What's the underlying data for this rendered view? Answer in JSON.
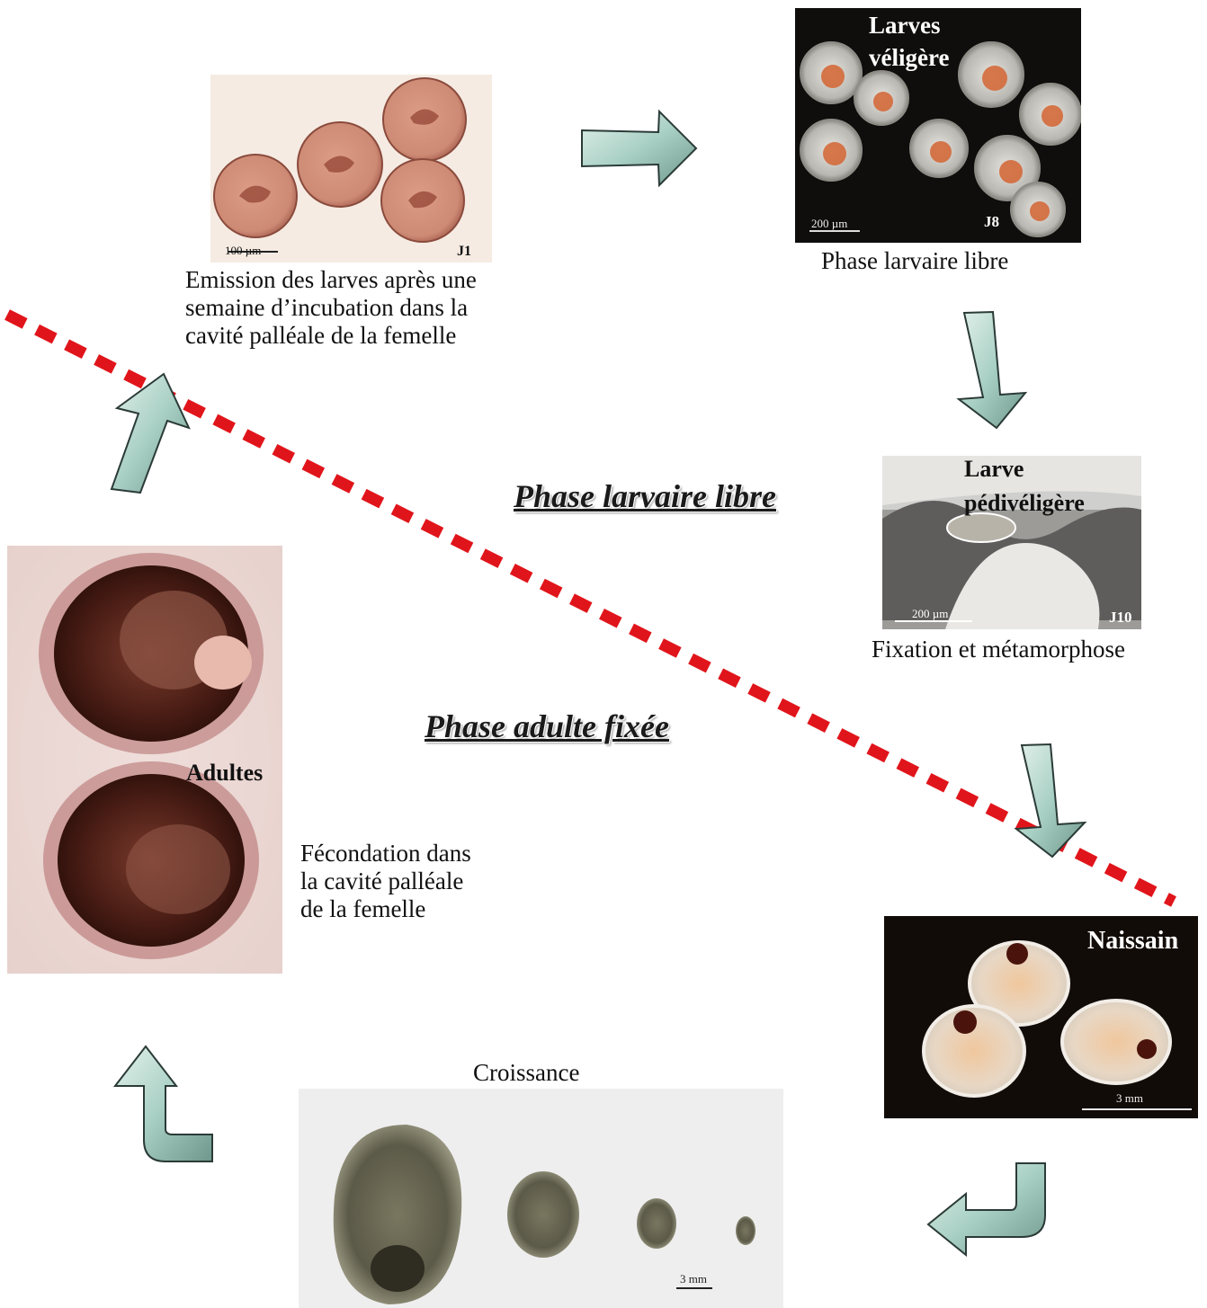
{
  "photos": {
    "j1": {
      "scale": "100 µm",
      "stage": "J1"
    },
    "j8": {
      "label_line1": "Larves",
      "label_line2": "véligère",
      "scale": "200 µm",
      "stage": "J8"
    },
    "j10": {
      "label_line1": "Larve",
      "label_line2": "pédivéligère",
      "scale": "200 µm",
      "stage": "J10"
    },
    "naissain": {
      "label": "Naissain",
      "scale": "3 mm"
    },
    "adultes": {
      "label": "Adultes"
    },
    "croissance": {
      "scale": "3 mm"
    }
  },
  "captions": {
    "emission_1": "Emission des larves après une",
    "emission_2": "semaine d’incubation dans la",
    "emission_3": "cavité palléale de la femelle",
    "libre": "Phase larvaire libre",
    "fixation": "Fixation et métamorphose",
    "fecondation_1": "Fécondation dans",
    "fecondation_2": "la cavité palléale",
    "fecondation_3": "de la femelle",
    "croissance": "Croissance"
  },
  "phases": {
    "upper": "Phase larvaire libre",
    "lower": "Phase adulte fixée"
  },
  "colors": {
    "divider": "#e0151b",
    "arrow_fill": "#a9d0c4",
    "arrow_stroke": "#2b3b37"
  }
}
